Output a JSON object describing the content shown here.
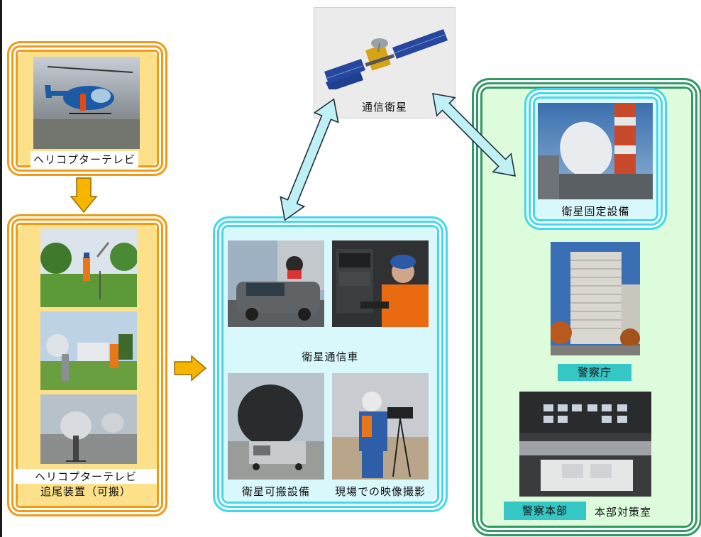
{
  "satellite": {
    "label": "通信衛星"
  },
  "helicopter": {
    "label": "ヘリコプターテレビ"
  },
  "tracker": {
    "line1": "ヘリコプターテレビ",
    "line2": "追尾装置（可搬）"
  },
  "mobile_group": {
    "vehicle_label": "衛星通信車",
    "portable_label": "衛星可搬設備",
    "onsite_label": "現場での映像撮影"
  },
  "hq_group": {
    "fixed_label": "衛星固定設備",
    "npa_label": "警察庁",
    "hq_label": "警察本部",
    "room_label": "本部対策室"
  },
  "colors": {
    "orange": "#f39a14",
    "cyan": "#3fd9ef",
    "green": "#2f9a62",
    "teal": "#35c6c6",
    "arrow_fill": "#bff0f5",
    "down_arrow": "#f7b500"
  }
}
